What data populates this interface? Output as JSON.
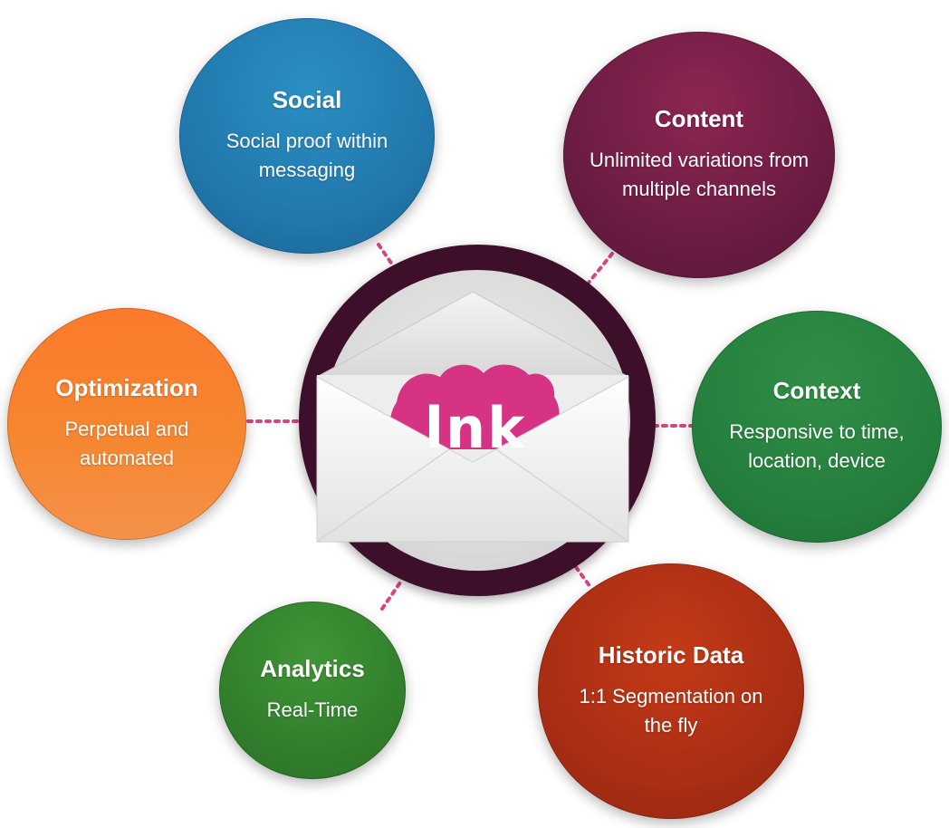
{
  "hub": {
    "logo_text": "lnk",
    "logo_color": "#d63384",
    "ring_color": "#3e0f2a"
  },
  "connector_color": "#d9457f",
  "bubbles": {
    "social": {
      "title": "Social",
      "desc": "Social proof within messaging",
      "color": "#2278ad"
    },
    "content": {
      "title": "Content",
      "desc": "Unlimited variations from multiple channels",
      "color": "#6c1c43"
    },
    "optimization": {
      "title": "Optimization",
      "desc": "Perpetual and automated",
      "color": "#f6862f"
    },
    "context": {
      "title": "Context",
      "desc": "Responsive to time, location, device",
      "color": "#25803d"
    },
    "analytics": {
      "title": "Analytics",
      "desc": "Real-Time",
      "color": "#327f2c"
    },
    "historic": {
      "title": "Historic Data",
      "desc": "1:1 Segmentation on the fly",
      "color": "#a92e14"
    }
  }
}
